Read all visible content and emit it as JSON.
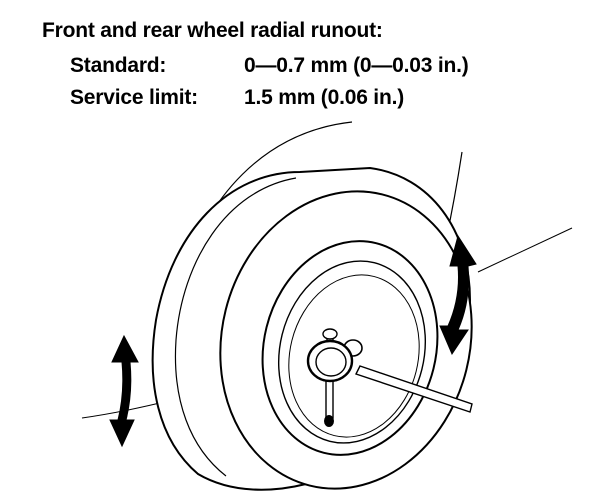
{
  "spec": {
    "title": "Front and rear wheel radial runout:",
    "standard_label": "Standard:",
    "standard_value": "0—0.7 mm (0—0.03 in.)",
    "limit_label": "Service limit:",
    "limit_value": "1.5 mm (0.06 in.)"
  },
  "illustration": {
    "subject": "wheel with dial indicator measuring radial runout",
    "icons": [
      "wheel-tire",
      "dial-indicator",
      "up-down-arrow"
    ],
    "line_color": "#000000",
    "fill_color": "#ffffff"
  }
}
